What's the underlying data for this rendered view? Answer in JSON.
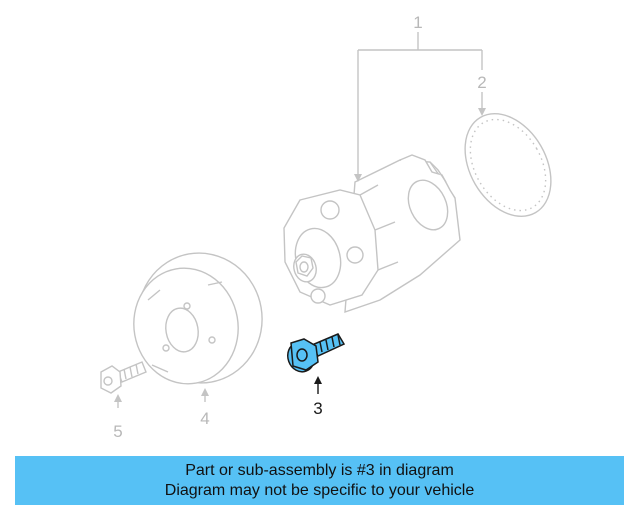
{
  "diagram": {
    "callouts": [
      {
        "label": "1",
        "state": "faded"
      },
      {
        "label": "2",
        "state": "faded"
      },
      {
        "label": "3",
        "state": "highlighted"
      },
      {
        "label": "4",
        "state": "faded"
      },
      {
        "label": "5",
        "state": "faded"
      }
    ],
    "colors": {
      "faded_line": "#c4c4c4",
      "highlight_fill": "#56c1f5",
      "highlight_stroke": "#1a1a1a",
      "banner_background": "#56c1f5"
    }
  },
  "banner": {
    "line1": "Part or sub-assembly is #3 in diagram",
    "line2": "Diagram may not be specific to your vehicle"
  }
}
